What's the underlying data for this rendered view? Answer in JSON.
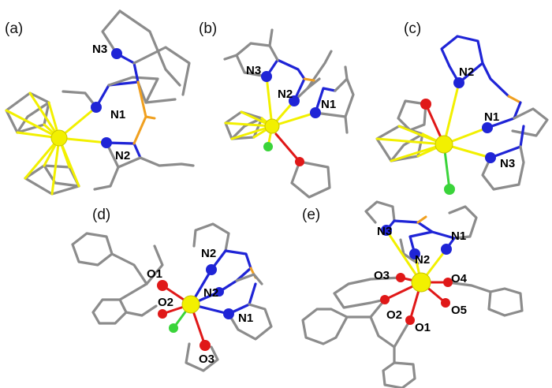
{
  "panels": [
    {
      "letter": "(a)",
      "labels": [
        "N3",
        "N1",
        "N2"
      ]
    },
    {
      "letter": "(b)",
      "labels": [
        "N3",
        "N2",
        "N1"
      ]
    },
    {
      "letter": "(c)",
      "labels": [
        "N2",
        "N1",
        "N3"
      ]
    },
    {
      "letter": "(d)",
      "labels": [
        "O1",
        "N2",
        "O2",
        "N2",
        "N1",
        "O3"
      ]
    },
    {
      "letter": "(e)",
      "labels": [
        "N3",
        "N1",
        "N2",
        "O3",
        "O4",
        "O2",
        "O5",
        "O1"
      ]
    }
  ],
  "colors": {
    "carbon": "#8c8c8c",
    "nitrogen": "#1f24d6",
    "metal": "#f2f000",
    "oxygen": "#e01818",
    "chlorine": "#3ad43a",
    "boron": "#f0a020"
  }
}
